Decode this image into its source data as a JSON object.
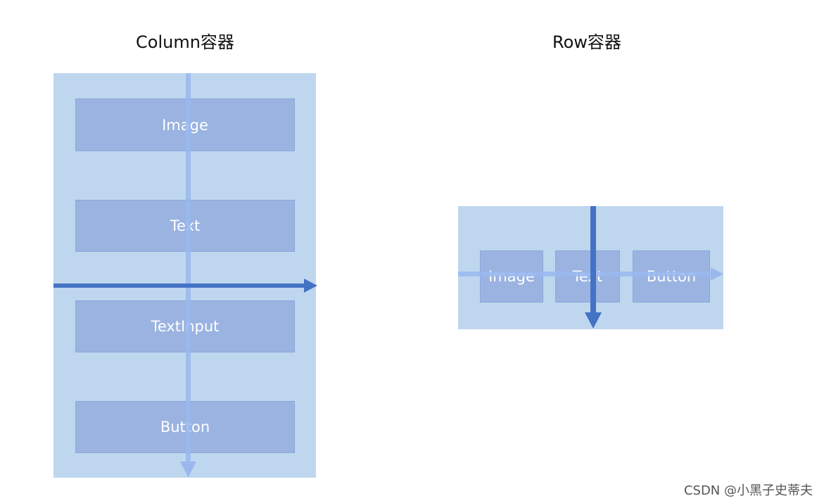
{
  "column_diagram": {
    "title": "Column容器",
    "items": [
      "Image",
      "Text",
      "TextInput",
      "Button"
    ]
  },
  "row_diagram": {
    "title": "Row容器",
    "items": [
      "Image",
      "Text",
      "Button"
    ]
  },
  "colors": {
    "container_fill": "#bed7ee",
    "child_fill": "#9ab3e1",
    "main_axis_arrow": "#9ab8ee",
    "cross_axis_arrow": "#4472c4"
  },
  "watermark": "CSDN @小黑子史蒂夫"
}
